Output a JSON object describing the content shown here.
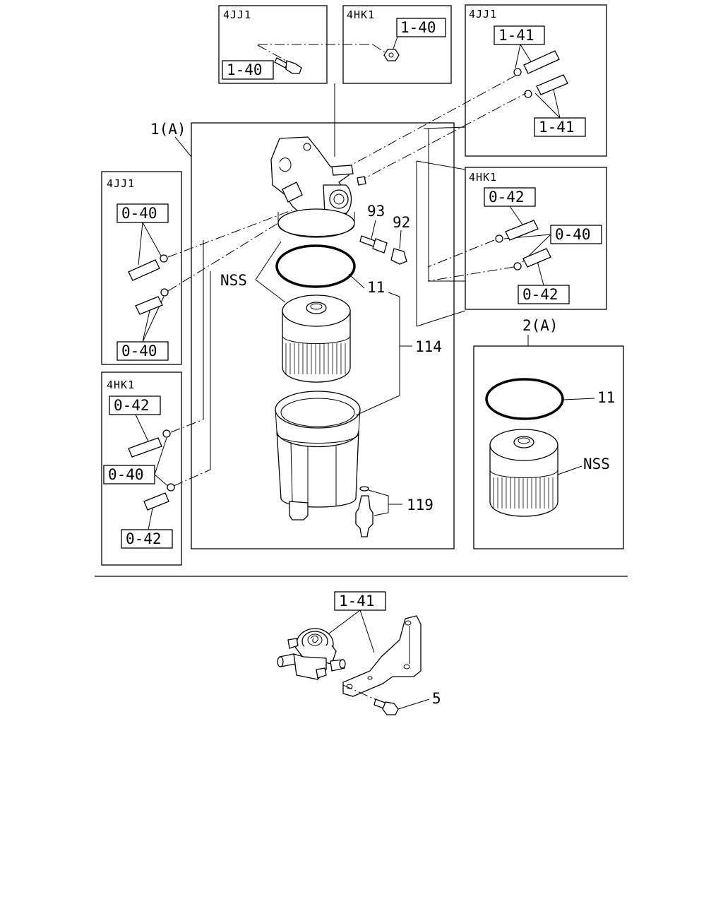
{
  "inset_top_left": {
    "engine": "4JJ1",
    "ref": "1-40"
  },
  "inset_top_mid": {
    "engine": "4HK1",
    "ref": "1-40"
  },
  "inset_top_right": {
    "engine": "4JJ1",
    "ref_a": "1-41",
    "ref_b": "1-41"
  },
  "inset_mid_right": {
    "engine": "4HK1",
    "ref_a": "0-42",
    "ref_b": "0-40",
    "ref_c": "0-42"
  },
  "inset_left_upper": {
    "engine": "4JJ1",
    "ref_a": "0-40",
    "ref_b": "0-40"
  },
  "inset_left_lower": {
    "engine": "4HK1",
    "ref_a": "0-42",
    "ref_b": "0-40",
    "ref_c": "0-42"
  },
  "assembly_main": {
    "callout": "1(A)"
  },
  "assembly_kit": {
    "callout": "2(A)",
    "label_ring": "11",
    "label_element": "NSS"
  },
  "callouts": {
    "c93": "93",
    "c92": "92",
    "nss": "NSS",
    "c11": "11",
    "c114": "114",
    "c119": "119",
    "c5": "5"
  },
  "bottom_assembly": {
    "ref": "1-41"
  }
}
